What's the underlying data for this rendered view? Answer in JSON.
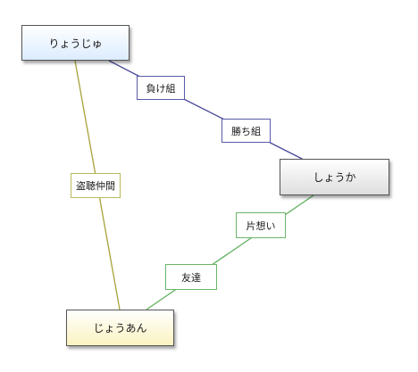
{
  "nodes": {
    "ryouju": "りょうじゅ",
    "shouka": "しょうか",
    "jouan": "じょうあん"
  },
  "edges": {
    "makegumi": "負け組",
    "kachigumi": "勝ち組",
    "touchou": "盗聴仲間",
    "kataomoi": "片想い",
    "tomodachi": "友達"
  },
  "colors": {
    "ryouju_shouka": "#4a4a9a",
    "ryouju_jouan": "#a8a23a",
    "shouka_jouan": "#5fb05f"
  }
}
